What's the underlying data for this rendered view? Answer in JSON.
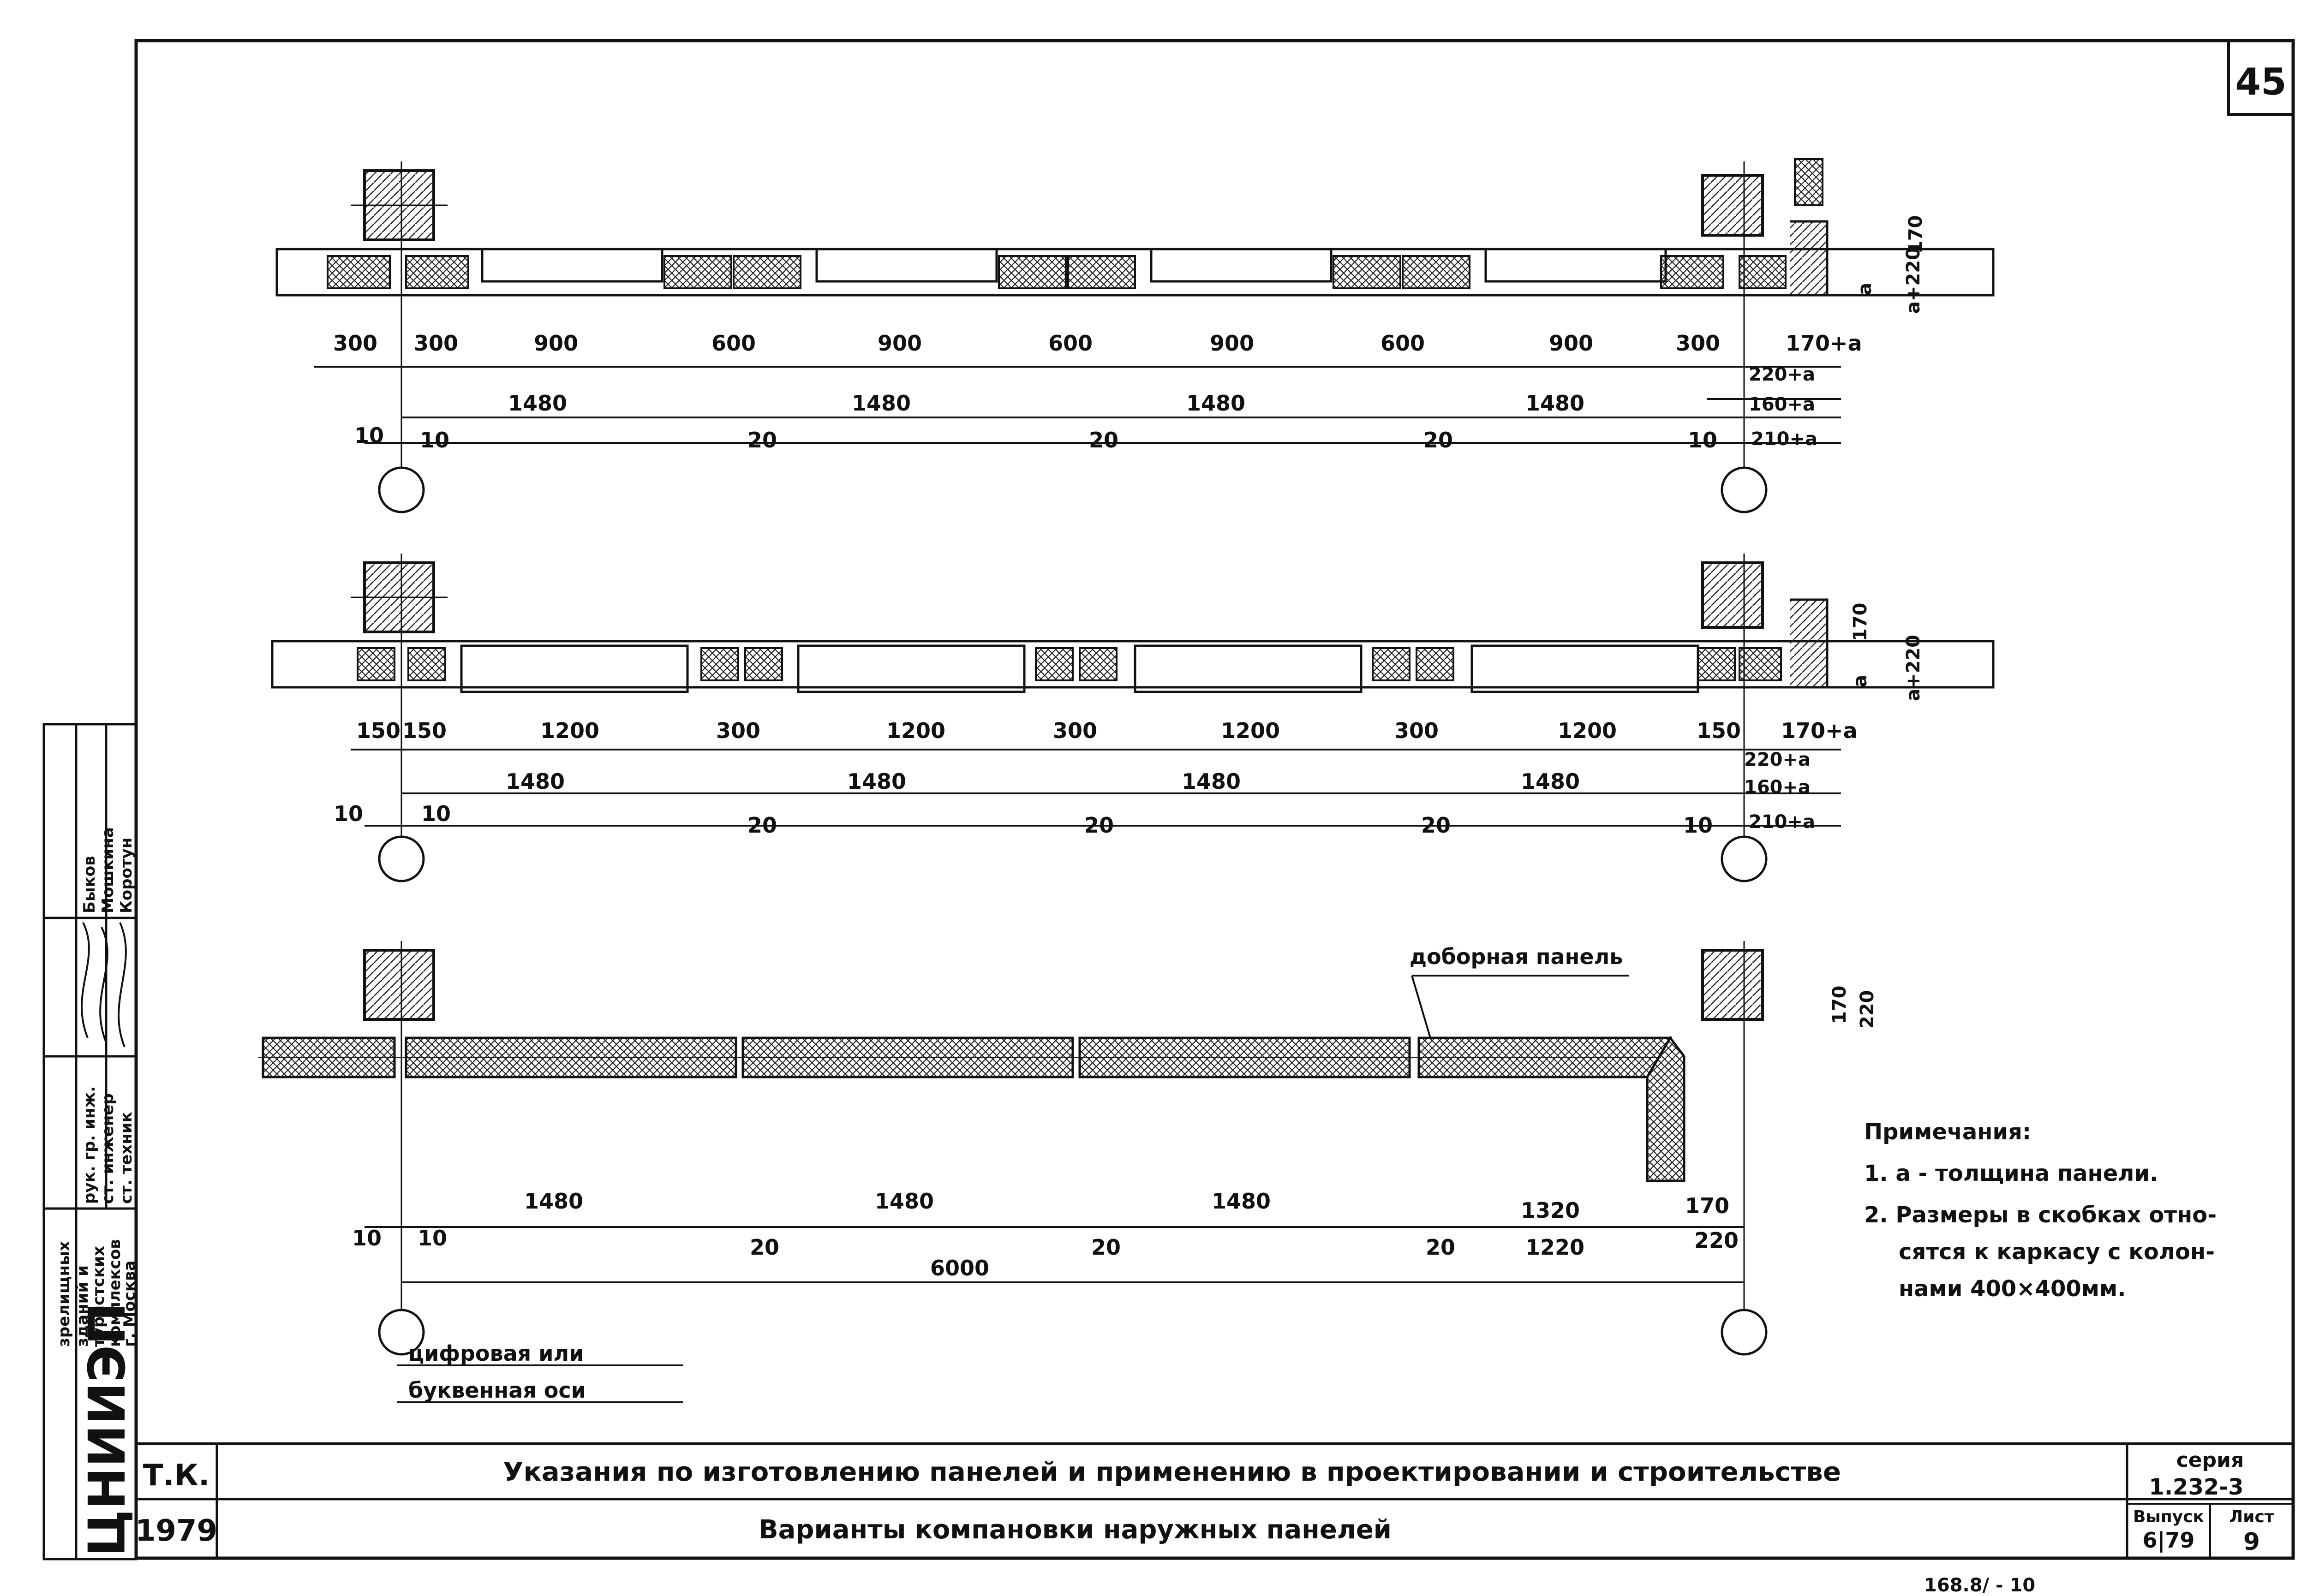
{
  "sheet_number": "45",
  "notes": {
    "heading": "Примечания:",
    "item1": "1. a - толщина панели.",
    "item2_line1": "2. Размеры в скобках отно-",
    "item2_line2": "сятся к каркасу с колон-",
    "item2_line3": "нами 400×400мм."
  },
  "axis_note": {
    "line1": "цифровая или",
    "line2": "буквенная оси"
  },
  "extra_panel_label": "доборная панель",
  "variant1": {
    "top_dims": [
      "300",
      "300",
      "900",
      "600",
      "900",
      "600",
      "900",
      "600",
      "900",
      "300",
      "170+a"
    ],
    "mid_dims": [
      "1480",
      "1480",
      "1480",
      "1480"
    ],
    "bottom_dims": [
      "10",
      "10",
      "20",
      "20",
      "20",
      "10"
    ],
    "right_dims": [
      "220+a",
      "160+a",
      "210+a"
    ],
    "side_dims": [
      "170",
      "a",
      "a+220"
    ]
  },
  "variant2": {
    "top_dims": [
      "150",
      "150",
      "1200",
      "300",
      "1200",
      "300",
      "1200",
      "300",
      "1200",
      "150",
      "170+a"
    ],
    "mid_dims": [
      "1480",
      "1480",
      "1480",
      "1480"
    ],
    "bottom_dims": [
      "10",
      "10",
      "20",
      "20",
      "20",
      "10"
    ],
    "right_dims": [
      "220+a",
      "160+a",
      "210+a"
    ],
    "side_dims": [
      "170",
      "a",
      "a+220"
    ]
  },
  "variant3": {
    "top_dims": [
      "1480",
      "1480",
      "1480",
      "1320",
      "170"
    ],
    "bottom_dims": [
      "10",
      "10",
      "20",
      "20",
      "20",
      "1220",
      "220"
    ],
    "total": "6000",
    "side_dims": [
      "170",
      "220"
    ]
  },
  "stamp": {
    "org": "ЦНИИЭП",
    "org_details": [
      "зрелищных",
      "зданий и",
      "туристских",
      "комплексов",
      "г. Москва"
    ],
    "roles": [
      "рук. гр. инж.",
      "ст. инженер",
      "ст. техник"
    ],
    "names": [
      "Быков",
      "Мошкина",
      "Коротун"
    ]
  },
  "title_block": {
    "code": "Т.К.",
    "year": "1979",
    "main_title": "Указания по изготовлению панелей и применению в проектировании и строительстве",
    "sub_title": "Варианты компановки наружных панелей",
    "series_label": "серия",
    "series_value": "1.232-3",
    "issue_label": "Выпуск",
    "issue_value": "6|79",
    "sheet_label": "Лист",
    "sheet_value": "9"
  },
  "bottom_scrawl": "168.8/ - 10"
}
